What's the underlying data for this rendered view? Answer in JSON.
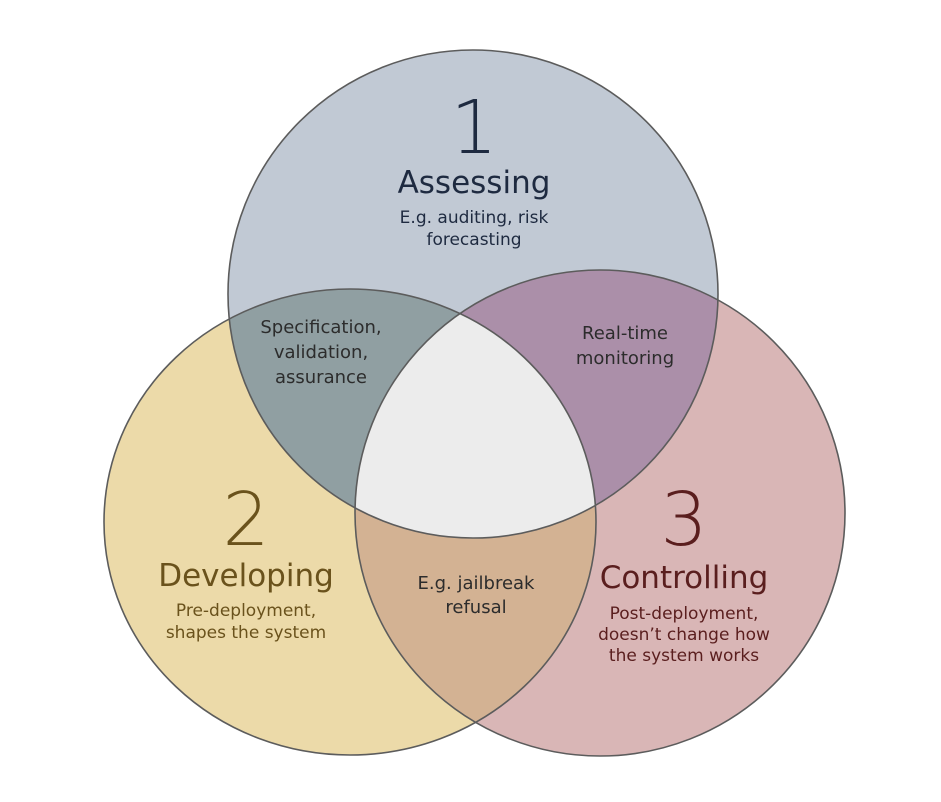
{
  "colors": {
    "assessing": "#c1c9d4",
    "developing": "#ecdaa9",
    "controlling": "#d9b6b6",
    "assessing_developing": "#909fa2",
    "assessing_controlling": "#ab8fa9",
    "developing_controlling": "#d3b293",
    "all_three": "#ececec",
    "outline": "#5c5c5c",
    "assessing_text": "#1e2a40",
    "developing_text": "#6a521c",
    "controlling_text": "#5a1e1e"
  },
  "sets": {
    "assessing": {
      "number": "1",
      "title": "Assessing",
      "subtitle": [
        "E.g. auditing, risk",
        "forecasting"
      ]
    },
    "developing": {
      "number": "2",
      "title": "Developing",
      "subtitle": [
        "Pre-deployment,",
        "shapes the system"
      ]
    },
    "controlling": {
      "number": "3",
      "title": "Controlling",
      "subtitle": [
        "Post-deployment,",
        "doesn’t change how",
        "the system works"
      ]
    }
  },
  "overlaps": {
    "assessing_developing": [
      "Specification,",
      "validation,",
      "assurance"
    ],
    "assessing_controlling": [
      "Real-time",
      "monitoring"
    ],
    "developing_controlling": [
      "E.g. jailbreak",
      "refusal"
    ]
  }
}
